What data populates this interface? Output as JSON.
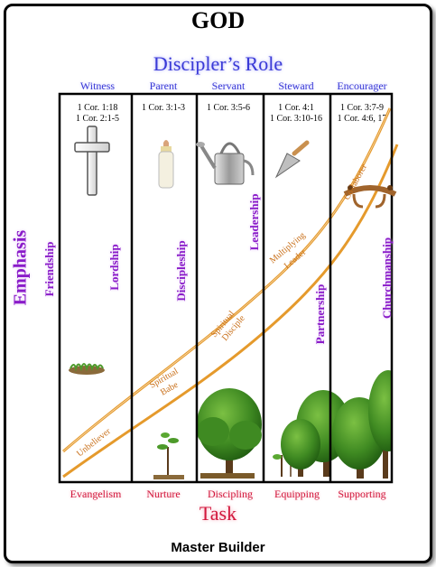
{
  "title": "GOD",
  "role_title": "Discipler’s Role",
  "roles": [
    "Witness",
    "Parent",
    "Servant",
    "Steward",
    "Encourager"
  ],
  "references": [
    [
      "1 Cor. 1:18",
      "1 Cor. 2:1-5"
    ],
    [
      "1 Cor. 3:1-3"
    ],
    [
      "1 Cor. 3:5-6"
    ],
    [
      "1 Cor. 4:1",
      "1 Cor. 3:10-16"
    ],
    [
      "1 Cor. 3:7-9",
      "1 Cor. 4:6, 17"
    ]
  ],
  "emphasis_label": "Emphasis",
  "emphasis_items": [
    "Friendship",
    "Lordship",
    "Discipleship",
    "Leadership",
    "Partnership",
    "Churchmanship"
  ],
  "stage_labels": [
    "Unbeliever",
    "Spiritual Babe",
    "Spiritual Disciple",
    "Multiplying Leader",
    "Co-laborer"
  ],
  "tasks": [
    "Evangelism",
    "Nurture",
    "Discipling",
    "Equipping",
    "Supporting"
  ],
  "task_title": "Task",
  "footer": "Master Builder",
  "icons": [
    "cross-icon",
    "baby-bottle-icon",
    "watering-can-icon",
    "trowel-icon",
    "yoke-icon"
  ],
  "colors": {
    "role": "#3a3ad6",
    "task": "#d2173c",
    "emphasis": "#8a1cc9",
    "band": "#e59a2c"
  }
}
